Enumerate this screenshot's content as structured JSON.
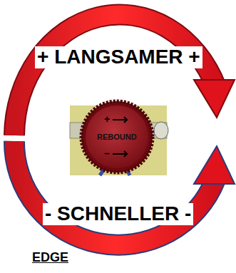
{
  "diagram": {
    "labels": [
      "+ LANGSAMER +",
      "+",
      "REBOUND",
      "–",
      "- SCHNELLER -",
      "EDGE"
    ]
  }
}
